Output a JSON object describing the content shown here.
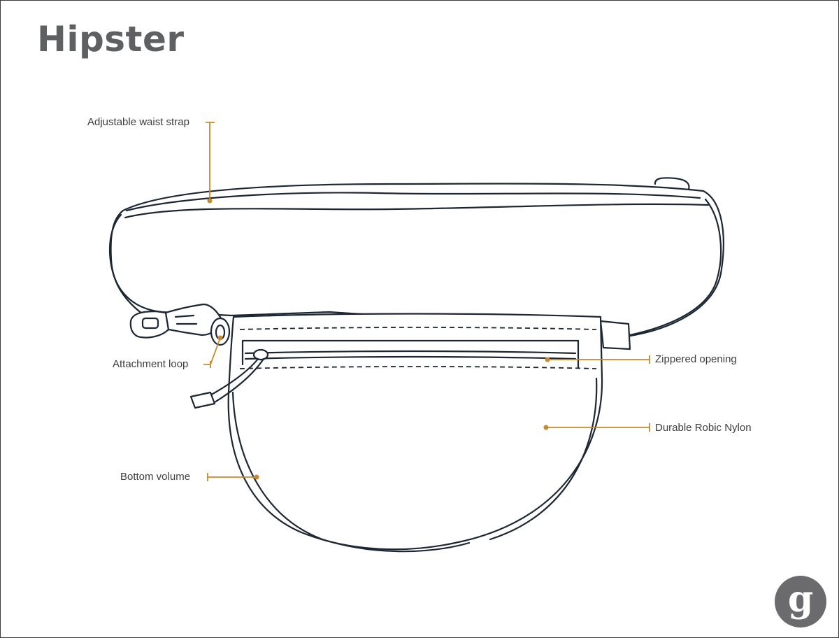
{
  "title": "Hipster",
  "callouts": {
    "waist_strap": "Adjustable waist strap",
    "attachment_loop": "Attachment loop",
    "bottom_volume": "Bottom volume",
    "zippered_opening": "Zippered opening",
    "nylon": "Durable Robic Nylon"
  },
  "logo": {
    "letter": "g"
  },
  "colors": {
    "title": "#5f6062",
    "leader": "#c8892f",
    "outline": "#1c2733",
    "logo": "#6b6b6d"
  },
  "icons": [
    "hip-pack-illustration",
    "brand-g-logo-icon"
  ]
}
